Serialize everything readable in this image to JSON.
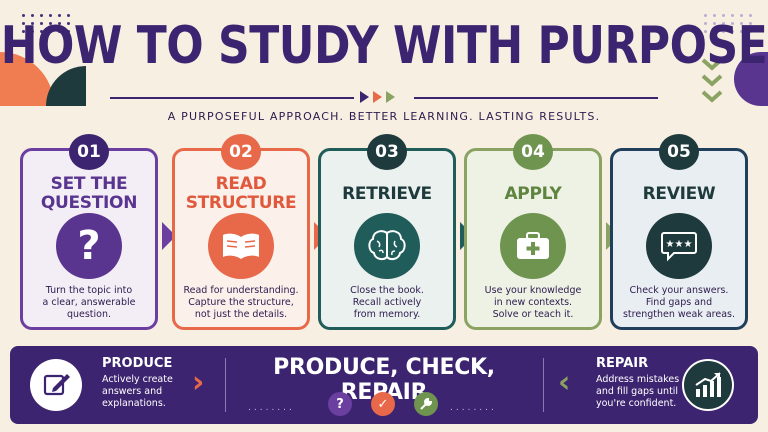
{
  "header": {
    "title": "HOW TO STUDY WITH PURPOSE",
    "subtitle": "A PURPOSEFUL APPROACH. BETTER LEARNING. LASTING RESULTS."
  },
  "steps": [
    {
      "number": "01",
      "title_line1": "SET THE",
      "title_line2": "QUESTION",
      "icon": "question-mark-icon",
      "color": "#6b3fa0",
      "desc": [
        "Turn the topic into",
        "a clear, answerable",
        "question."
      ]
    },
    {
      "number": "02",
      "title_line1": "READ",
      "title_line2": "STRUCTURE",
      "icon": "open-book-icon",
      "color": "#e8694a",
      "desc": [
        "Read for understanding.",
        "Capture the structure,",
        "not just the details."
      ]
    },
    {
      "number": "03",
      "title_line1": "RETRIEVE",
      "title_line2": "",
      "icon": "brain-icon",
      "color": "#1f5c5a",
      "desc": [
        "Close the book.",
        "Recall actively",
        "from memory."
      ]
    },
    {
      "number": "04",
      "title_line1": "APPLY",
      "title_line2": "",
      "icon": "first-aid-kit-icon",
      "color": "#6f9450",
      "desc": [
        "Use your knowledge",
        "in new contexts.",
        "Solve or teach it."
      ]
    },
    {
      "number": "05",
      "title_line1": "REVIEW",
      "title_line2": "",
      "icon": "chat-bubble-icon",
      "color": "#1f3f5c",
      "desc": [
        "Check your answers.",
        "Find gaps and",
        "strengthen weak areas."
      ]
    }
  ],
  "banner": {
    "left_title": "PRODUCE",
    "left_desc": [
      "Actively create",
      "answers and",
      "explanations."
    ],
    "center_title": "PRODUCE, CHECK, REPAIR",
    "right_title": "REPAIR",
    "right_desc": [
      "Address mistakes",
      "and fill gaps until",
      "you're confident."
    ],
    "colors": {
      "question": "#6b3fa0",
      "check": "#e8694a",
      "repair": "#6f9450"
    }
  }
}
